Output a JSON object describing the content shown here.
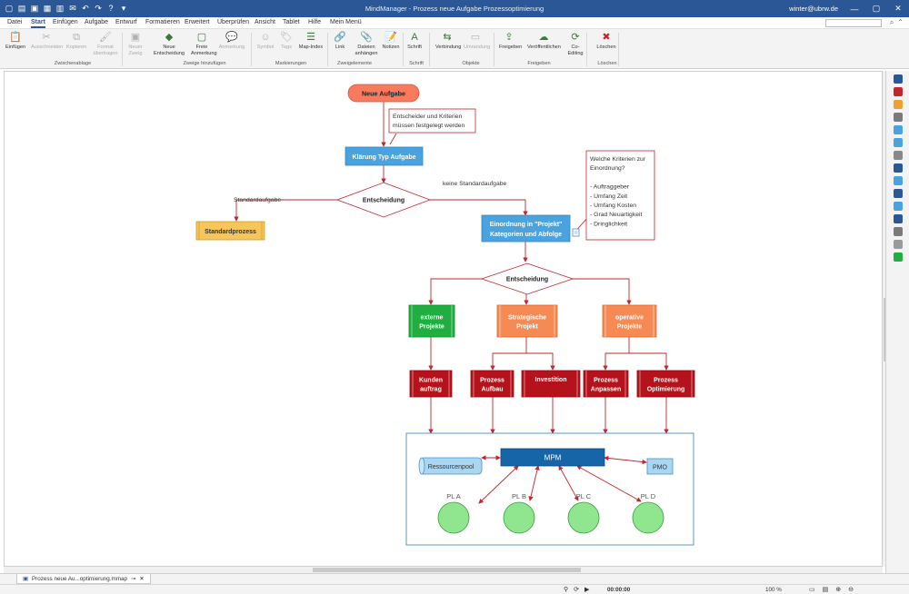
{
  "titlebar": {
    "title": "MindManager - Prozess neue Aufgabe Prozessoptimierung",
    "user": "winter@ubrw.de",
    "qa_icons": [
      "new-icon",
      "open-icon",
      "save-icon",
      "save-all-icon",
      "print-icon",
      "email-icon",
      "undo-icon",
      "redo-icon",
      "help-icon",
      "more-icon"
    ]
  },
  "menu": {
    "tabs": [
      "Datei",
      "Start",
      "Einfügen",
      "Aufgabe",
      "Entwurf",
      "Formatieren",
      "Erweitert",
      "Überprüfen",
      "Ansicht",
      "Tablet",
      "Hilfe",
      "Mein Menü"
    ],
    "active_tab": "Start"
  },
  "ribbon": {
    "buttons": [
      {
        "label": "Einfügen",
        "sub": "",
        "icon": "📋",
        "disabled": false
      },
      {
        "label": "Ausschneiden",
        "sub": "",
        "icon": "✂",
        "disabled": true
      },
      {
        "label": "Kopieren",
        "sub": "",
        "icon": "⧉",
        "disabled": true
      },
      {
        "label": "Format",
        "sub": "übertragen",
        "icon": "🖌",
        "disabled": true
      },
      {
        "label": "Neuer",
        "sub": "Zweig",
        "icon": "▣",
        "disabled": true
      },
      {
        "label": "Neue",
        "sub": "Entscheidung",
        "icon": "◆",
        "disabled": false
      },
      {
        "label": "Freie",
        "sub": "Anmerkung",
        "icon": "▢",
        "disabled": false
      },
      {
        "label": "Anmerkung",
        "sub": "",
        "icon": "💬",
        "disabled": true
      },
      {
        "label": "Symbol",
        "sub": "",
        "icon": "☺",
        "disabled": true
      },
      {
        "label": "Tags",
        "sub": "",
        "icon": "🏷",
        "disabled": true
      },
      {
        "label": "Map-Index",
        "sub": "",
        "icon": "☰",
        "disabled": false
      },
      {
        "label": "Link",
        "sub": "",
        "icon": "🔗",
        "disabled": false
      },
      {
        "label": "Dateien",
        "sub": "anhängen",
        "icon": "📎",
        "disabled": false
      },
      {
        "label": "Notizen",
        "sub": "",
        "icon": "📝",
        "disabled": false
      },
      {
        "label": "Schrift",
        "sub": "",
        "icon": "A",
        "disabled": false
      },
      {
        "label": "Verbindung",
        "sub": "",
        "icon": "⇆",
        "disabled": false
      },
      {
        "label": "Umrandung",
        "sub": "",
        "icon": "▭",
        "disabled": true
      },
      {
        "label": "Freigeben",
        "sub": "",
        "icon": "⇪",
        "disabled": false
      },
      {
        "label": "Veröffentlichen",
        "sub": "",
        "icon": "☁",
        "disabled": false
      },
      {
        "label": "Co-Editing",
        "sub": "",
        "icon": "⟳",
        "disabled": false
      },
      {
        "label": "Löschen",
        "sub": "",
        "icon": "✖",
        "disabled": false
      }
    ],
    "groups": [
      "Zwischenablage",
      "Zweige hinzufügen",
      "Markierungen",
      "Zweigelemente",
      "Schrift",
      "Objekte",
      "Freigeben",
      "Löschen"
    ]
  },
  "map": {
    "colors": {
      "start": "#f97a5c",
      "blue": "#4aa3df",
      "orange": "#f58a55",
      "green": "#1fae3f",
      "red": "#b5121b",
      "yellow": "#f6c65a",
      "mpm": "#1565a8",
      "light_blue": "#a9d7f2",
      "circle": "#8fe68f",
      "connector": "#c1272d",
      "frame": "#4a90c0"
    },
    "nodes": {
      "neue_aufgabe": "Neue Aufgabe",
      "note1_line1": "Entscheider und Kriterien",
      "note1_line2": "müssen festgelegt werden",
      "klaerung": "Klärung Typ Aufgabe",
      "entscheidung1": "Entscheidung",
      "standardaufgabe": "Standardaufgabe",
      "keine_standardaufgabe": "keine Standardaufgabe",
      "standardprozess": "Standardprozess",
      "einordnung_line1": "Einordnung in \"Projekt\"",
      "einordnung_line2": "Kategorien und Abfolge",
      "note2": [
        "Welche Kriterien zur",
        "Einordnung?",
        "",
        "- Auftraggeber",
        "- Umfang Zeit",
        "- Umfang Kosten",
        "- Grad Neuartigkeit",
        "- Dringlichkeit"
      ],
      "entscheidung2": "Entscheidung",
      "externe": [
        "externe",
        "Projekte"
      ],
      "strategische": [
        "Strategische",
        "Projekt"
      ],
      "operative": [
        "operative",
        "Projekte"
      ],
      "kundenauftrag": [
        "Kunden",
        "auftrag"
      ],
      "prozess_aufbau": [
        "Prozess",
        "Aufbau"
      ],
      "investition": [
        "Investition"
      ],
      "prozess_anpassen": [
        "Prozess",
        "Anpassen"
      ],
      "prozess_optimierung": [
        "Prozess",
        "Optimierung"
      ],
      "mpm": "MPM",
      "ressourcenpool": "Ressourcenpool",
      "pmo": "PMO",
      "pl": [
        "PL A",
        "PL B",
        "PL C",
        "PL D"
      ]
    }
  },
  "doctab": {
    "label": "Prozess neue Au...optimierung.mmap"
  },
  "status": {
    "time": "00:00:00",
    "zoom": "100 %"
  }
}
